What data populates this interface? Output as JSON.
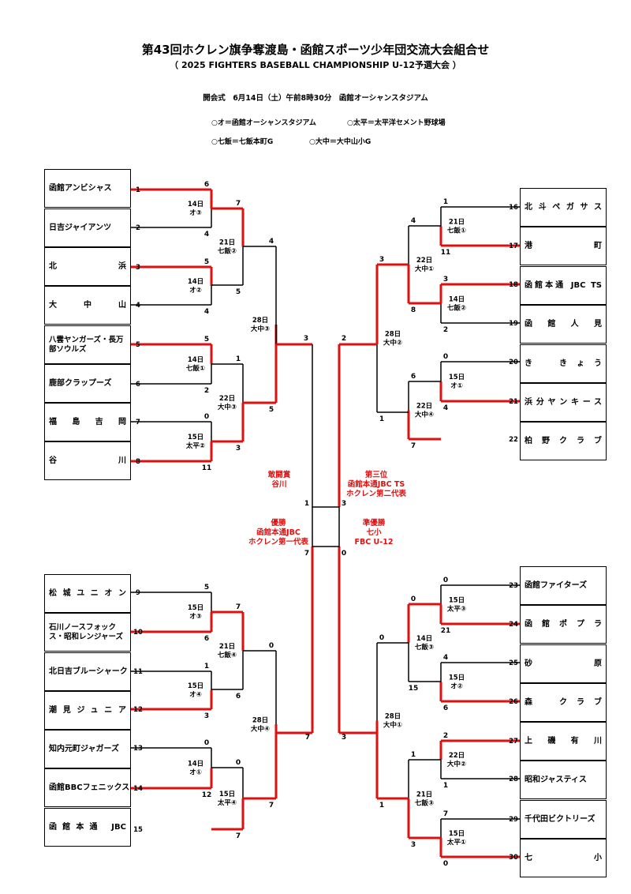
{
  "title": "第43回ホクレン旗争奪渡島・函館スポーツ少年団交流大会組合せ",
  "subtitle": "（ 2025 FIGHTERS BASEBALL CHAMPIONSHIP U-12予選大会 ）",
  "opening": "開会式　6月14日（土）午前8時30分　函館オーシャンスタジアム",
  "venues": [
    "○オ＝函館オーシャンスタジアム",
    "○太平＝太平洋セメント野球場",
    "○七飯＝七飯本町G",
    "○大中＝大中山小G"
  ],
  "colors": {
    "win": "#e01010",
    "line": "#000000"
  },
  "teams": [
    {
      "no": "1",
      "name": "函館アンビシャス",
      "side": "left",
      "spread": false
    },
    {
      "no": "2",
      "name": "日吉ジャイアンツ",
      "side": "left",
      "spread": false
    },
    {
      "no": "3",
      "name": "北　　浜",
      "side": "left",
      "spread": true
    },
    {
      "no": "4",
      "name": "大　中　山",
      "side": "left",
      "spread": true
    },
    {
      "no": "5",
      "name": "八雲ヤンガーズ・長万部ソウルズ",
      "side": "left",
      "spread": false,
      "two": true
    },
    {
      "no": "6",
      "name": "鹿部クラップーズ",
      "side": "left",
      "spread": false
    },
    {
      "no": "7",
      "name": "福　島　吉　岡",
      "side": "left",
      "spread": true
    },
    {
      "no": "8",
      "name": "谷　　川",
      "side": "left",
      "spread": true
    },
    {
      "no": "9",
      "name": "松城ユニオン",
      "side": "left",
      "spread": true
    },
    {
      "no": "10",
      "name": "石川ノースフォックス・昭和レンジャーズ",
      "side": "left",
      "spread": false,
      "two": true
    },
    {
      "no": "11",
      "name": "北日吉ブルーシャーク",
      "side": "left",
      "spread": false
    },
    {
      "no": "12",
      "name": "潮見ジュニア",
      "side": "left",
      "spread": true
    },
    {
      "no": "13",
      "name": "知内元町ジャガーズ",
      "side": "left",
      "spread": false
    },
    {
      "no": "14",
      "name": "函館BBCフェニックス",
      "side": "left",
      "spread": false
    },
    {
      "no": "15",
      "name": "函館本通 JBC",
      "side": "left",
      "spread": true
    },
    {
      "no": "16",
      "name": "北斗ペガサス",
      "side": "right",
      "spread": true
    },
    {
      "no": "17",
      "name": "港　　町",
      "side": "right",
      "spread": true
    },
    {
      "no": "18",
      "name": "函館本通 JBC TS",
      "side": "right",
      "spread": true
    },
    {
      "no": "19",
      "name": "函　館　人　見",
      "side": "right",
      "spread": true
    },
    {
      "no": "20",
      "name": "き　きょう",
      "side": "right",
      "spread": true
    },
    {
      "no": "21",
      "name": "浜分ヤンキース",
      "side": "right",
      "spread": true
    },
    {
      "no": "22",
      "name": "柏野クラブ",
      "side": "right",
      "spread": true
    },
    {
      "no": "23",
      "name": "函館ファイターズ",
      "side": "right",
      "spread": false
    },
    {
      "no": "24",
      "name": "函館ポプラ",
      "side": "right",
      "spread": true
    },
    {
      "no": "25",
      "name": "砂　　原",
      "side": "right",
      "spread": true
    },
    {
      "no": "26",
      "name": "森　クラブ",
      "side": "right",
      "spread": true
    },
    {
      "no": "27",
      "name": "上　磯　有　川",
      "side": "right",
      "spread": true
    },
    {
      "no": "28",
      "name": "昭和ジャスティス",
      "side": "right",
      "spread": false
    },
    {
      "no": "29",
      "name": "千代田ビクトリーズ",
      "side": "right",
      "spread": false
    },
    {
      "no": "30",
      "name": "七　　小",
      "side": "right",
      "spread": true
    }
  ],
  "matches": [
    {
      "date": "14日",
      "venue": "オ③",
      "s1": "6",
      "s2": "4"
    },
    {
      "date": "14日",
      "venue": "オ②",
      "s1": "5",
      "s2": "4"
    },
    {
      "date": "14日",
      "venue": "七飯①",
      "s1": "5",
      "s2": "2"
    },
    {
      "date": "15日",
      "venue": "太平②",
      "s1": "0",
      "s2": "11"
    },
    {
      "date": "21日",
      "venue": "七飯②",
      "s1": "7",
      "s2": "5"
    },
    {
      "date": "22日",
      "venue": "大中③",
      "s1": "1",
      "s2": "3"
    },
    {
      "date": "28日",
      "venue": "大中③",
      "s1": "4",
      "s2": "5"
    },
    {
      "date": "21日",
      "venue": "七飯①",
      "s1": "1",
      "s2": "11"
    },
    {
      "date": "14日",
      "venue": "七飯②",
      "s1": "3",
      "s2": "2"
    },
    {
      "date": "15日",
      "venue": "オ①",
      "s1": "0",
      "s2": "4"
    },
    {
      "date": "22日",
      "venue": "大中①",
      "s1": "4",
      "s2": "8"
    },
    {
      "date": "22日",
      "venue": "大中④",
      "s1": "6",
      "s2": "7"
    },
    {
      "date": "28日",
      "venue": "大中②",
      "s1": "3",
      "s2": "1"
    },
    {
      "date": "15日",
      "venue": "オ③",
      "s1": "5",
      "s2": "6"
    },
    {
      "date": "15日",
      "venue": "オ④",
      "s1": "1",
      "s2": "3"
    },
    {
      "date": "14日",
      "venue": "オ①",
      "s1": "0",
      "s2": "12"
    },
    {
      "date": "21日",
      "venue": "七飯④",
      "s1": "7",
      "s2": "6"
    },
    {
      "date": "15日",
      "venue": "太平④",
      "s1": "0",
      "s2": "7"
    },
    {
      "date": "28日",
      "venue": "大中④",
      "s1": "0",
      "s2": "7"
    },
    {
      "date": "15日",
      "venue": "太平③",
      "s1": "0",
      "s2": "21"
    },
    {
      "date": "15日",
      "venue": "オ②",
      "s1": "4",
      "s2": "6"
    },
    {
      "date": "22日",
      "venue": "大中②",
      "s1": "2",
      "s2": "1"
    },
    {
      "date": "15日",
      "venue": "太平①",
      "s1": "7",
      "s2": "0"
    },
    {
      "date": "14日",
      "venue": "七飯③",
      "s1": "0",
      "s2": "15"
    },
    {
      "date": "21日",
      "venue": "七飯③",
      "s1": "1",
      "s2": "3"
    },
    {
      "date": "28日",
      "venue": "大中①",
      "s1": "0",
      "s2": "1"
    }
  ],
  "semis": {
    "ltop": "3",
    "rtop": "2",
    "lbot": "7",
    "rbot": "3"
  },
  "finals": {
    "ltop": "1",
    "rtop": "3",
    "lbot": "7",
    "rbot": "0"
  },
  "awards": {
    "fighting_label": "敢闘賞",
    "fighting_team": "谷川",
    "third_label": "第三位",
    "third_t1": "函館本通JBC TS",
    "third_t2": "ホクレン第二代表",
    "champ_label": "優勝",
    "champ_team": "函館本通JBC",
    "champ_note": "ホクレン第一代表",
    "runner_label": "準優勝",
    "runner_t1": "七小",
    "runner_t2": "FBC U-12"
  }
}
